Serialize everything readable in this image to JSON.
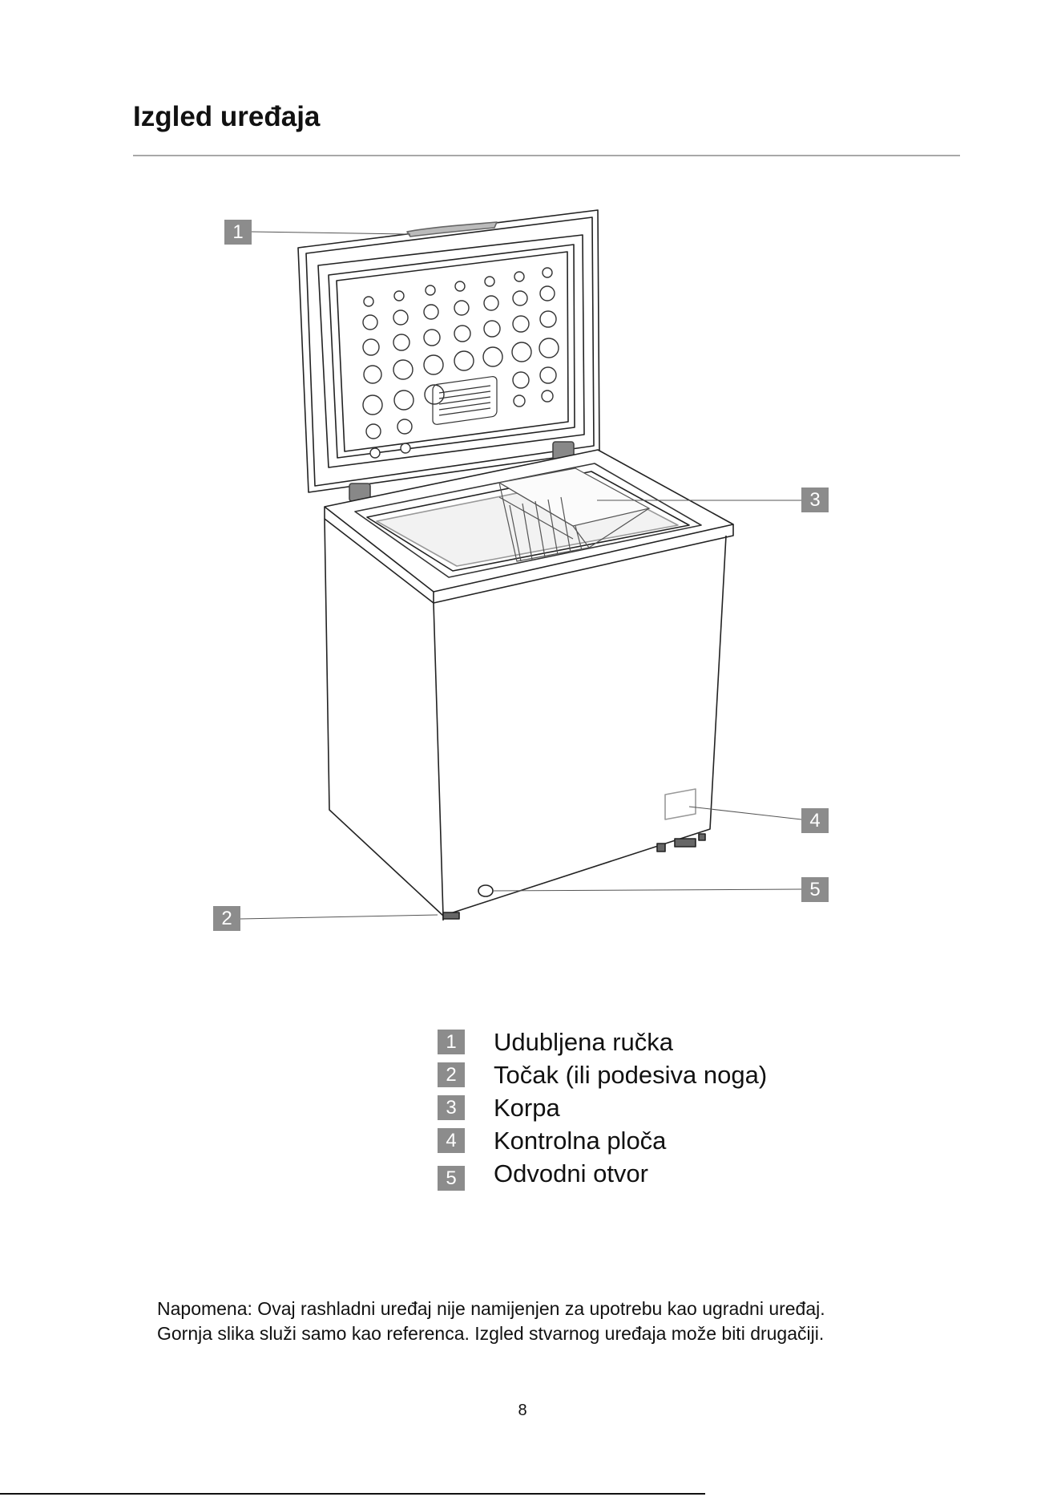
{
  "page": {
    "title": "Izgled uređaja",
    "page_number": "8"
  },
  "diagram": {
    "callouts": [
      "1",
      "2",
      "3",
      "4",
      "5"
    ]
  },
  "legend": [
    {
      "number": "1",
      "label": "Udubljena ručka"
    },
    {
      "number": "2",
      "label": "Točak (ili podesiva noga)"
    },
    {
      "number": "3",
      "label": "Korpa"
    },
    {
      "number": "4",
      "label": "Kontrolna ploča"
    },
    {
      "number": "5",
      "label": "Odvodni otvor"
    }
  ],
  "note": {
    "line1": "Napomena: Ovaj rashladni uređaj nije namijenjen za upotrebu kao ugradni uređaj.",
    "line2": "Gornja slika služi samo kao referenca. Izgled stvarnog uređaja može biti drugačiji."
  },
  "colors": {
    "callout_bg": "#8c8c8c",
    "line": "#222222"
  }
}
